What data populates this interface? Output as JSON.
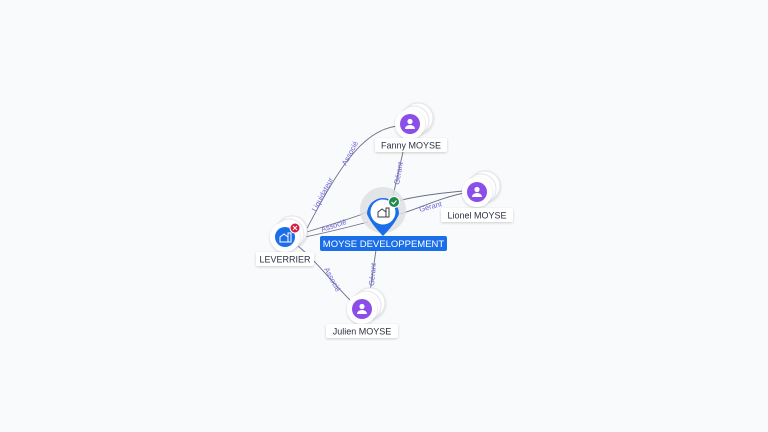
{
  "colors": {
    "company_blue": "#1a6fe8",
    "person_purple": "#8b4ee8",
    "active_green": "#1f8a4c",
    "closed_red": "#d81b45",
    "edge": "#6b6f86",
    "edge_label": "#6a63d6"
  },
  "nodes": {
    "center": {
      "label": "MOYSE DEVELOPPEMENT",
      "icon": "building-icon",
      "status": "check-icon"
    },
    "leverrier": {
      "label": "LEVERRIER",
      "icon": "building-icon",
      "status": "close-icon"
    },
    "fanny": {
      "label": "Fanny MOYSE",
      "icon": "person-icon"
    },
    "lionel": {
      "label": "Lionel MOYSE",
      "icon": "person-icon"
    },
    "julien": {
      "label": "Julien MOYSE",
      "icon": "person-icon"
    }
  },
  "edges": {
    "fanny_leverrier_1": "Liquidateur",
    "fanny_leverrier_2": "Associé",
    "fanny_center": "Gérant",
    "lionel_center": "Gérant",
    "center_leverrier": "Associé",
    "julien_center": "Gérant",
    "julien_leverrier": "Associé"
  }
}
